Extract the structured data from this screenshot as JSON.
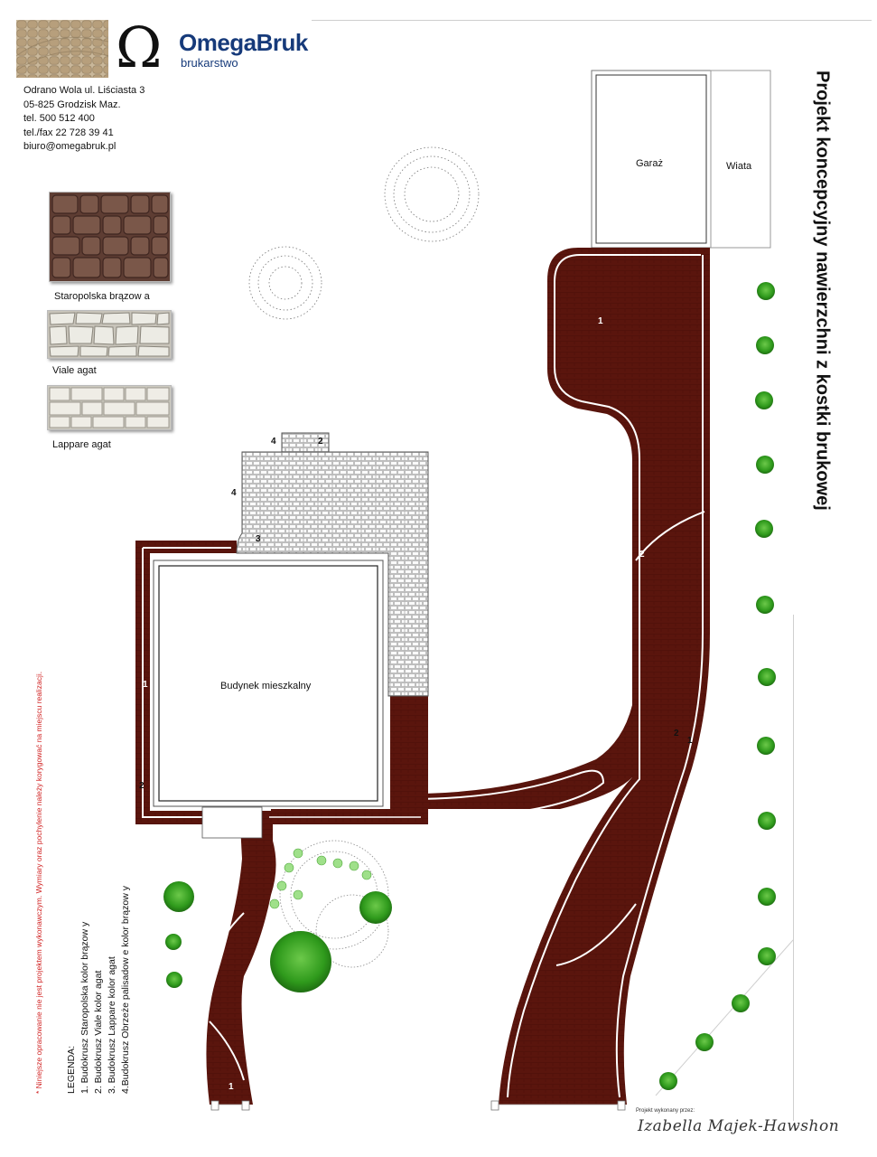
{
  "company": {
    "name": "OmegaBruk",
    "tagline": "brukarstwo",
    "address_lines": [
      "Odrano Wola ul. Liściasta 3",
      "05-825 Grodzisk Maz.",
      "tel. 500 512 400",
      "tel./fax 22 728 39 41",
      "biuro@omegabruk.pl"
    ]
  },
  "title": "Projekt koncepcyjny nawierzchni z kostki brukowej",
  "swatches": [
    {
      "label": "Staropolska brązow a",
      "color": "#6e4a3e"
    },
    {
      "label": "Viale agat",
      "color": "#e6e3da"
    },
    {
      "label": "Lappare agat",
      "color": "#e9e6dc"
    }
  ],
  "plan_labels": {
    "garage": "Garaż",
    "shed": "Wiata",
    "house": "Budynek mieszkalny"
  },
  "markers": {
    "m1": "1",
    "m2": "2",
    "m3": "3",
    "m4": "4"
  },
  "legend": {
    "heading": "LEGENDA:",
    "items": [
      "1. Budokrusz Staropolska kolor brązow y",
      "2. Budokrusz Viale kolor agat",
      "3. Budokrusz Lappare kolor agat",
      "4.Budokrusz Obrzeże palisadow e kolor brązow y"
    ]
  },
  "note": "* Niniejsze opracowanie nie jest projektem wykonawczym. Wymiary oraz pochylenie należy korygować na miejscu realizacji.",
  "signature": {
    "caption": "Projekt wykonany przez:",
    "text": "Izabella Majek-Hawshon"
  },
  "colors": {
    "paving_brown": "#5a150d",
    "paving_edge": "#ffffff",
    "hedge_green": "#2f9a1c"
  }
}
